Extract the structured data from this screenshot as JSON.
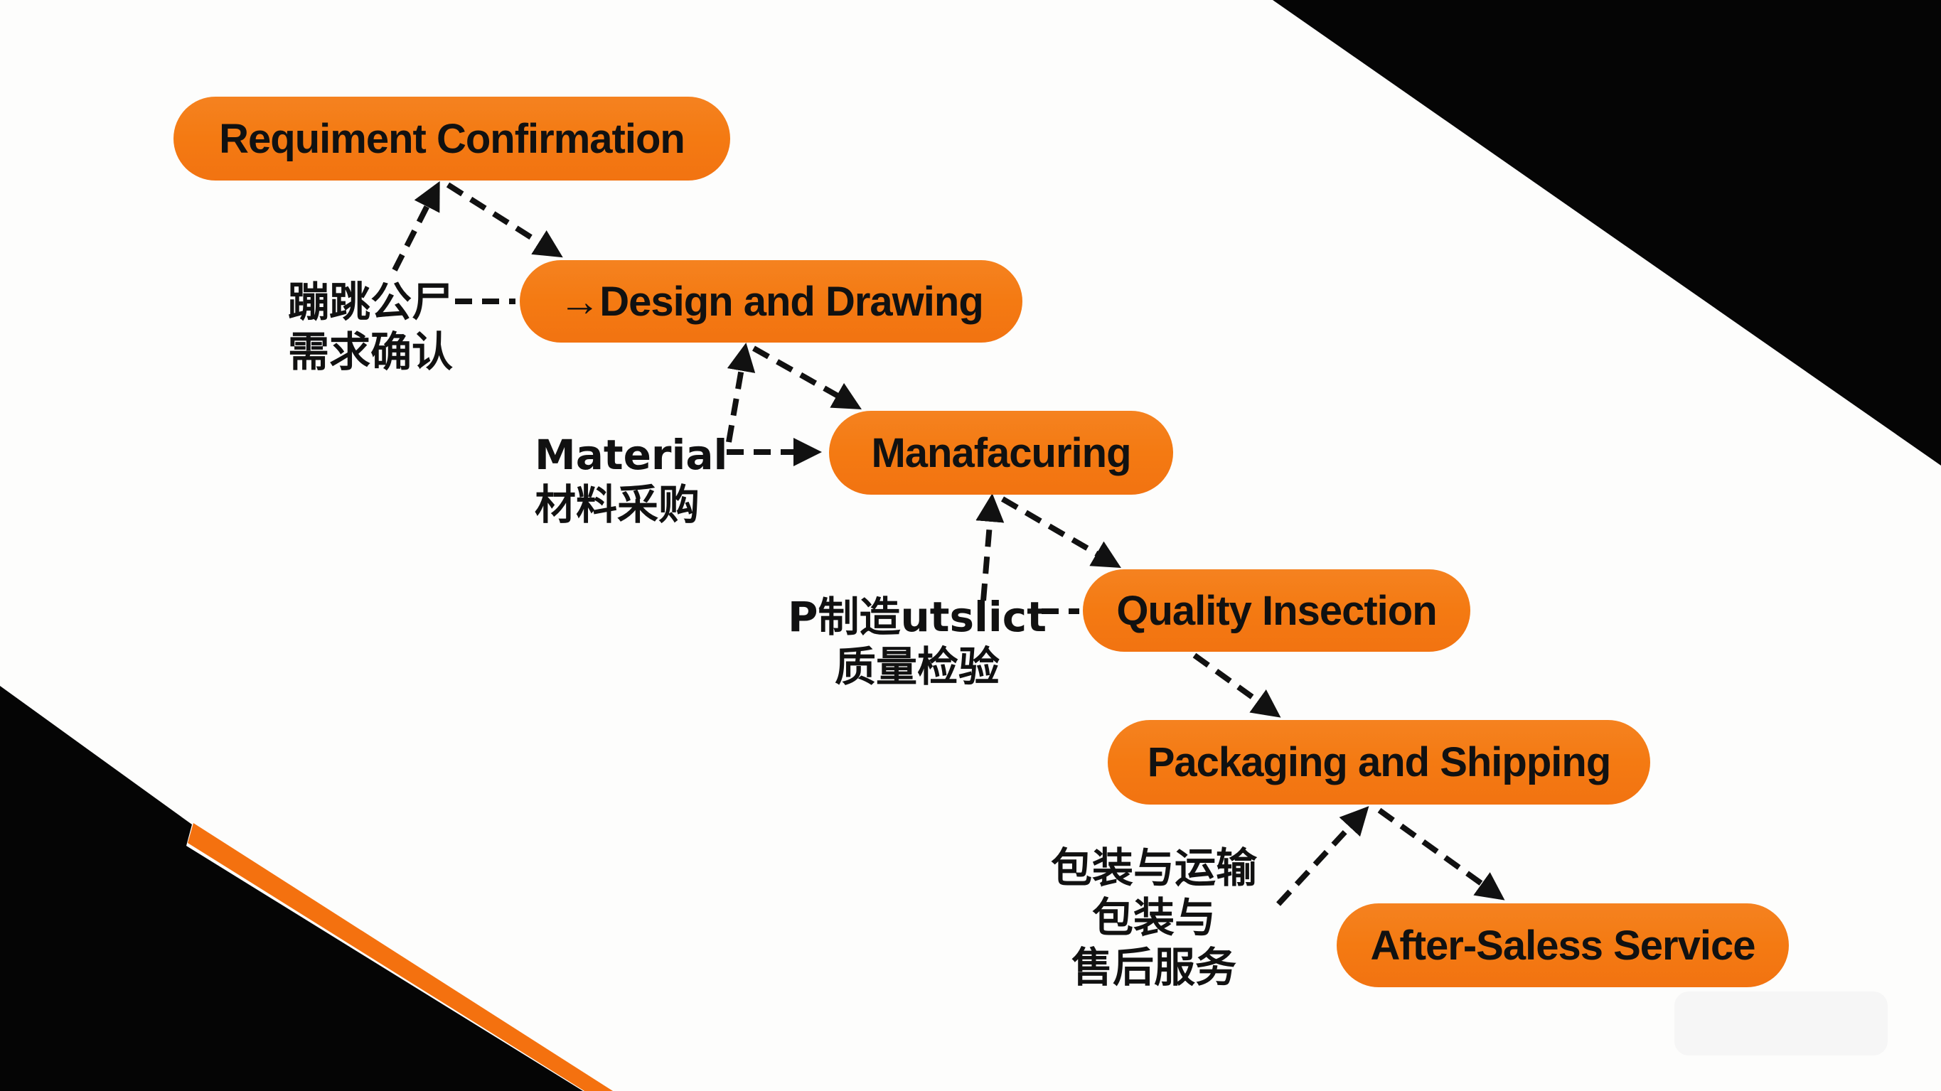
{
  "colors": {
    "accent_orange": "#f47a12",
    "background": "#fdfdfc",
    "dark": "#050505",
    "text": "#111111"
  },
  "steps": [
    {
      "id": "requirement",
      "label": "Requiment Confirmation"
    },
    {
      "id": "design",
      "label": "→Design and Drawing"
    },
    {
      "id": "manufacturing",
      "label": "Manafacuring"
    },
    {
      "id": "quality",
      "label": "Quality Insection"
    },
    {
      "id": "packaging",
      "label": "Packaging and Shipping"
    },
    {
      "id": "after_sales",
      "label": "After-Saless Service"
    }
  ],
  "side_labels": [
    {
      "id": "customer_requirement",
      "lines": [
        "蹦跳公尸",
        "需求确认"
      ]
    },
    {
      "id": "material",
      "lines": [
        "Material",
        "材料采购"
      ]
    },
    {
      "id": "quality_check",
      "lines": [
        "P制造utslict",
        "质量检验"
      ]
    },
    {
      "id": "packaging_service",
      "lines": [
        "包装与运输",
        "包装与",
        "售后服务"
      ]
    }
  ]
}
